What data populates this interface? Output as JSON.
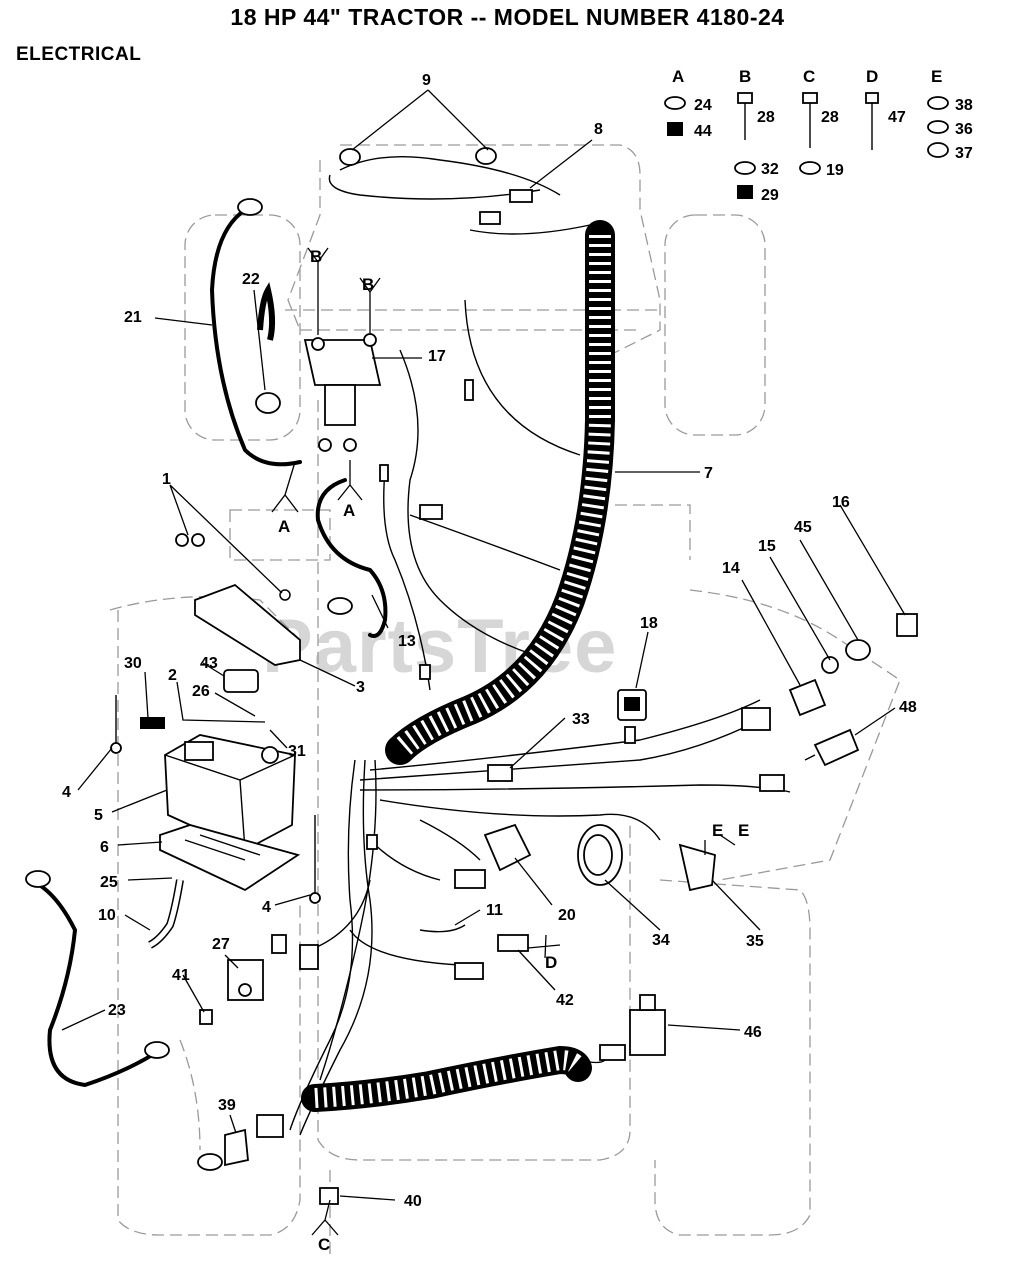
{
  "title": "18 HP 44\" TRACTOR -- MODEL NUMBER 4180-24",
  "section": "ELECTRICAL",
  "watermark": "PartsTree",
  "legend": [
    {
      "letter": "A",
      "parts": [
        "24",
        "44"
      ]
    },
    {
      "letter": "B",
      "parts": [
        "28",
        "32",
        "29"
      ]
    },
    {
      "letter": "C",
      "parts": [
        "28",
        "19"
      ]
    },
    {
      "letter": "D",
      "parts": [
        "47"
      ]
    },
    {
      "letter": "E",
      "parts": [
        "38",
        "36",
        "37"
      ]
    }
  ],
  "callouts": [
    "1",
    "2",
    "3",
    "4",
    "4",
    "5",
    "6",
    "7",
    "8",
    "9",
    "10",
    "11",
    "13",
    "14",
    "15",
    "16",
    "17",
    "18",
    "19",
    "20",
    "21",
    "22",
    "23",
    "25",
    "26",
    "27",
    "30",
    "31",
    "33",
    "34",
    "35",
    "39",
    "40",
    "41",
    "42",
    "43",
    "45",
    "46",
    "48"
  ],
  "fastener_refs": [
    "A",
    "A",
    "B",
    "B",
    "C",
    "D",
    "E",
    "E"
  ]
}
